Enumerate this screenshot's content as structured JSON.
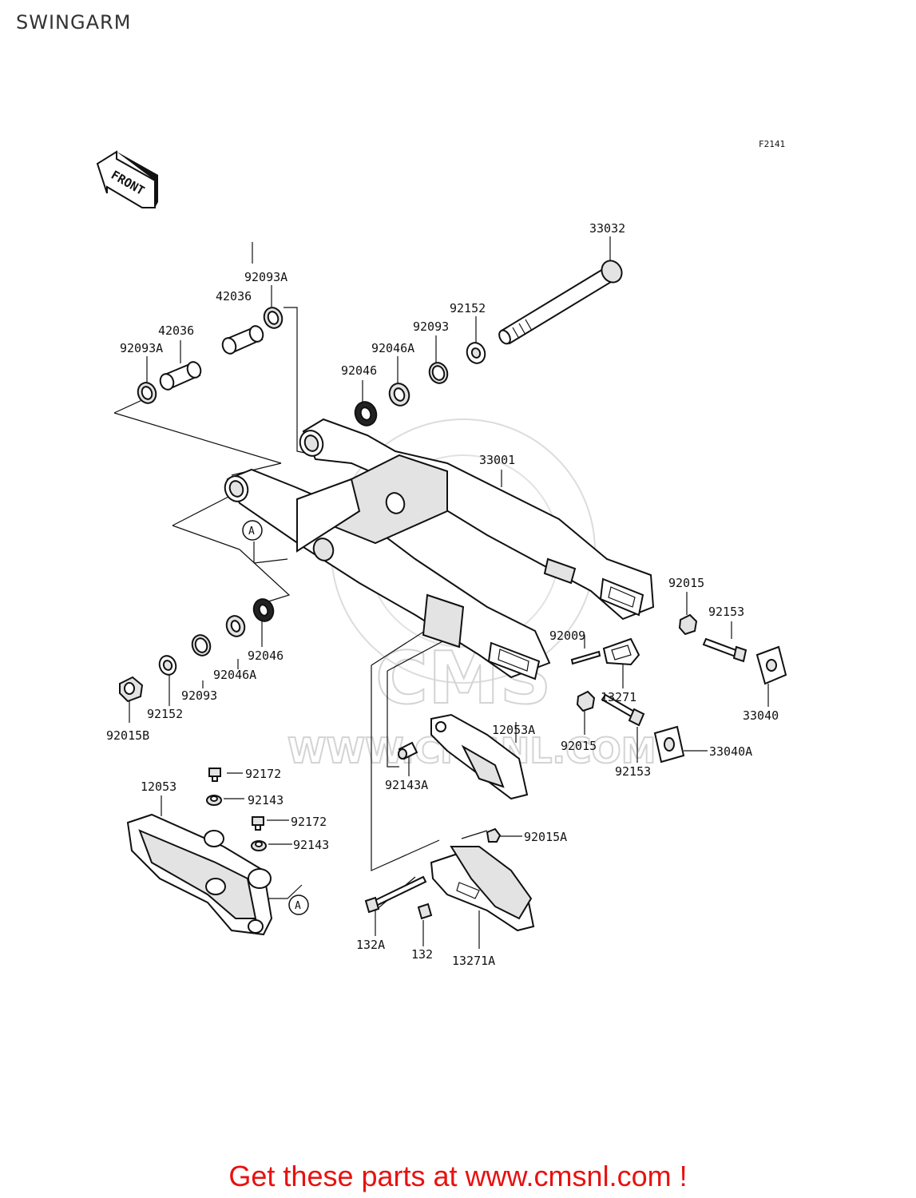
{
  "page": {
    "title": "SWINGARM",
    "figure_code": "F2141",
    "front_label": "FRONT",
    "ref_marker": "A"
  },
  "watermark": {
    "brand": "CMS",
    "url": "WWW.CMSNL.COM"
  },
  "part_labels": {
    "p33032": "33032",
    "p92093A_top": "92093A",
    "p42036_top": "42036",
    "p42036": "42036",
    "p92093A_left": "92093A",
    "p92152_top": "92152",
    "p92093_top": "92093",
    "p92046A_top": "92046A",
    "p92046_top": "92046",
    "p33001": "33001",
    "p92015_right": "92015",
    "p92153_right": "92153",
    "p92009": "92009",
    "p13271": "13271",
    "p33040": "33040",
    "p92046_bottom": "92046",
    "p92046A_bottom": "92046A",
    "p92093_bottom": "92093",
    "p92152_bottom": "92152",
    "p92015B": "92015B",
    "p12053A": "12053A",
    "p92015_mid": "92015",
    "p92153_mid": "92153",
    "p33040A": "33040A",
    "p92143A": "92143A",
    "p92172_a": "92172",
    "p12053": "12053",
    "p92143_a": "92143",
    "p92172_b": "92172",
    "p92143_b": "92143",
    "p92015A": "92015A",
    "p132A": "132A",
    "p132": "132",
    "p13271A": "13271A"
  },
  "footer": {
    "banner": "Get these parts at www.cmsnl.com !"
  }
}
